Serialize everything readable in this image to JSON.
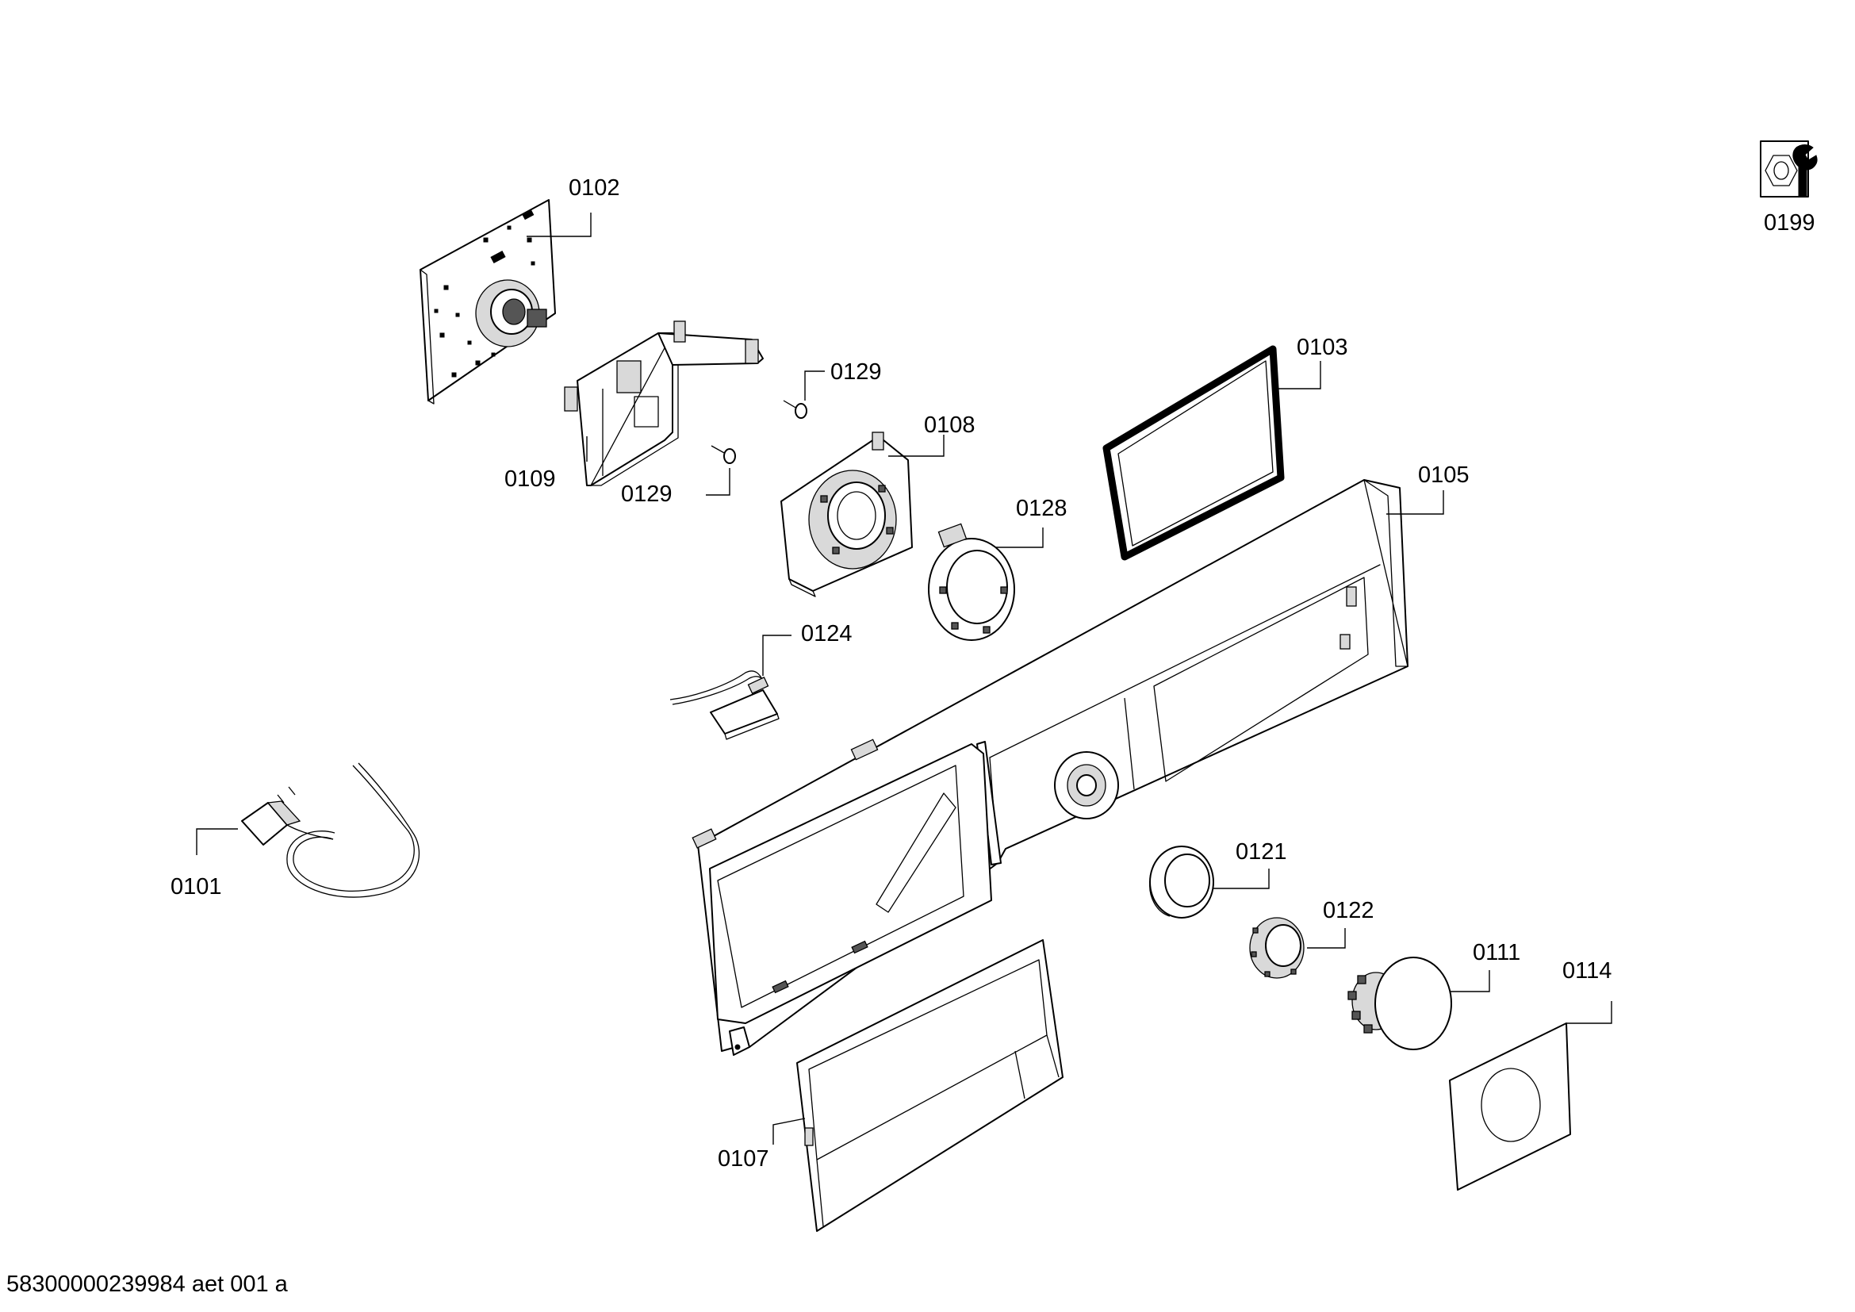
{
  "labels": {
    "p0101": "0101",
    "p0102": "0102",
    "p0103": "0103",
    "p0105": "0105",
    "p0107": "0107",
    "p0108": "0108",
    "p0109": "0109",
    "p0111": "0111",
    "p0114": "0114",
    "p0121": "0121",
    "p0122": "0122",
    "p0124": "0124",
    "p0128": "0128",
    "p0129a": "0129",
    "p0129b": "0129",
    "p0199": "0199"
  },
  "document_code": "58300000239984 aet 001 a",
  "icons": {
    "p0199": "nut-and-wrench-icon"
  }
}
